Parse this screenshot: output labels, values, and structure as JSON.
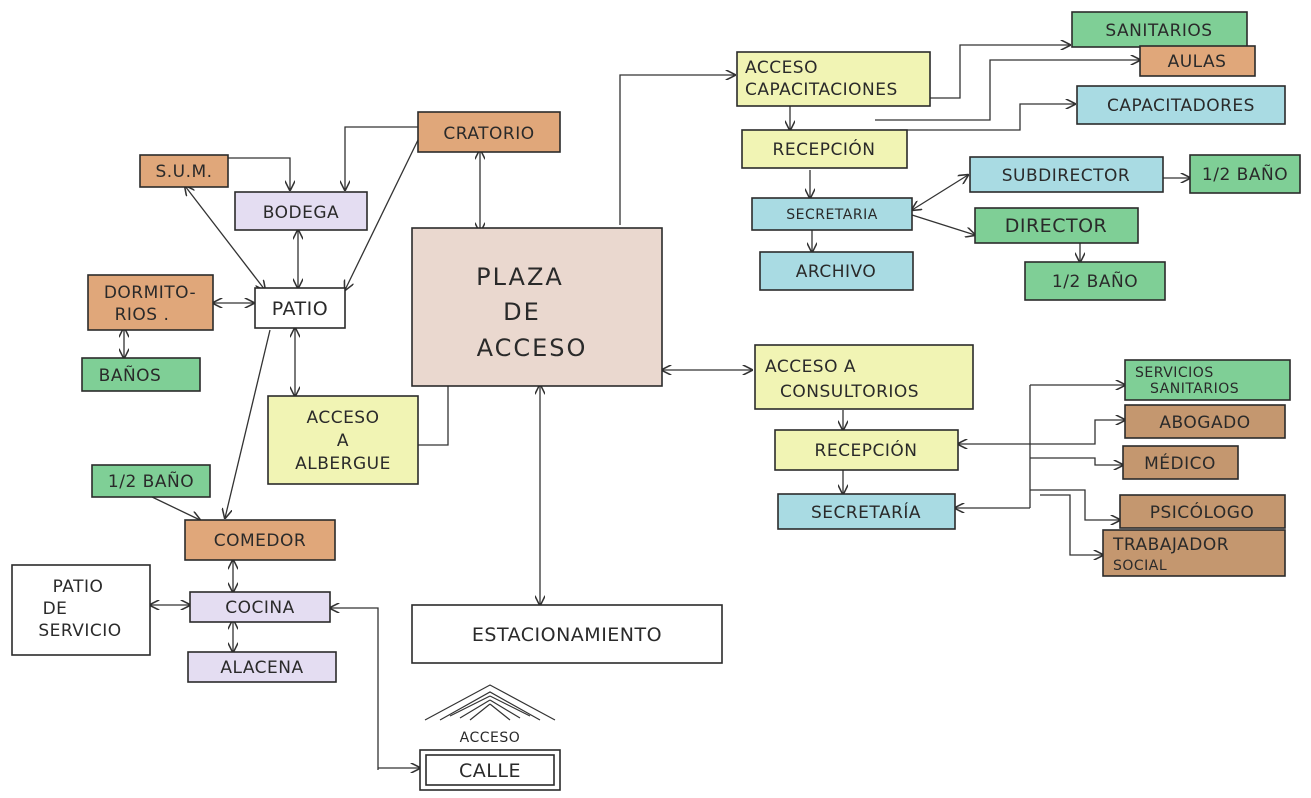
{
  "colors": {
    "orange": "#e0a77a",
    "lavender": "#e4ddf2",
    "green": "#7fcf96",
    "yellow": "#f1f4b4",
    "cyan": "#a9dbe3",
    "brown": "#c4976f",
    "plaza": "#ead8cf",
    "white": "#ffffff"
  },
  "nodes": {
    "oratorio": [
      "CRATORIO"
    ],
    "sum": [
      "S.U.M."
    ],
    "bodega": [
      "BODEGA"
    ],
    "dormitorios": [
      "DORMITO-",
      "RIOS ."
    ],
    "patio": [
      "PATIO"
    ],
    "banos": [
      "BAÑOS"
    ],
    "acceso_albergue": [
      "ACCESO",
      "A",
      "ALBERGUE"
    ],
    "plaza": [
      "PLAZA",
      "DE",
      "ACCESO"
    ],
    "medio_bano_comedor": [
      "1/2 BAÑO"
    ],
    "comedor": [
      "COMEDOR"
    ],
    "patio_servicio": [
      "PATIO",
      "DE",
      "SERVICIO"
    ],
    "cocina": [
      "COCINA"
    ],
    "alacena": [
      "ALACENA"
    ],
    "estacionamiento": [
      "ESTACIONAMIENTO"
    ],
    "acceso_calle": [
      "ACCESO"
    ],
    "calle": [
      "CALLE"
    ],
    "acceso_capacitaciones": [
      "ACCESO",
      "CAPACITACIONES"
    ],
    "sanitarios": [
      "SANITARIOS"
    ],
    "aulas": [
      "AULAS"
    ],
    "capacitadores": [
      "CAPACITADORES"
    ],
    "recepcion_cap": [
      "RECEPCIÓN"
    ],
    "subdirector": [
      "SUBDIRECTOR"
    ],
    "medio_bano_sub": [
      "1/2 BAÑO"
    ],
    "secretaria_cap": [
      "SECRETARIA"
    ],
    "director": [
      "DIRECTOR"
    ],
    "medio_bano_dir": [
      "1/2 BAÑO"
    ],
    "archivo": [
      "ARCHIVO"
    ],
    "acceso_consultorios": [
      "ACCESO A",
      "CONSULTORIOS"
    ],
    "servicios_sanitarios": [
      "SERVICIOS",
      "SANITARIOS"
    ],
    "abogado": [
      "ABOGADO"
    ],
    "recepcion_cons": [
      "RECEPCIÓN"
    ],
    "medico": [
      "MÉDICO"
    ],
    "secretaria_cons": [
      "SECRETARÍA"
    ],
    "psicologo": [
      "PSICÓLOGO"
    ],
    "trabajador_social": [
      "TRABAJADOR",
      "SOCIAL"
    ]
  }
}
